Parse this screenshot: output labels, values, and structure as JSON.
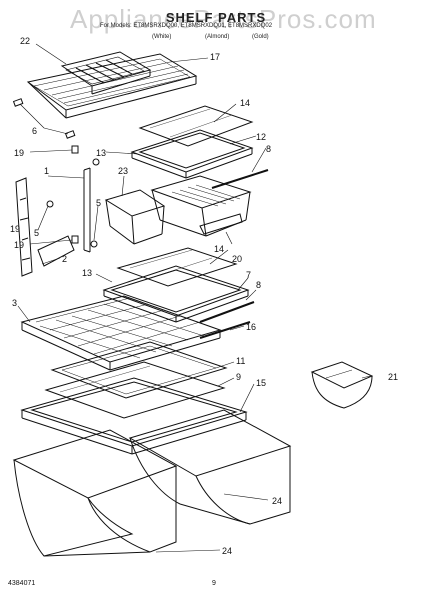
{
  "watermark": "AppliancePartsPros.com",
  "title": "SHELF PARTS",
  "models": "For Models: ET8MSRXDQ00, ET8MSRXDQ01, ET8MSRXDQ02",
  "colors": {
    "white": "(White)",
    "almond": "(Almond)",
    "gold": "(Gold)"
  },
  "footer": {
    "doc": "4384071",
    "page": "9"
  },
  "callouts": {
    "c22": "22",
    "c17": "17",
    "c6": "6",
    "c14a": "14",
    "c12": "12",
    "c19a": "19",
    "c13a": "13",
    "c8a": "8",
    "c23": "23",
    "c1": "1",
    "c5a": "5",
    "c19b": "19",
    "c5b": "5",
    "c19c": "19",
    "c20": "20",
    "c14b": "14",
    "c2": "2",
    "c13b": "13",
    "c7": "7",
    "c8b": "8",
    "c3": "3",
    "c16": "16",
    "c11": "11",
    "c9": "9",
    "c15": "15",
    "c21": "21",
    "c24a": "24",
    "c24b": "24"
  }
}
